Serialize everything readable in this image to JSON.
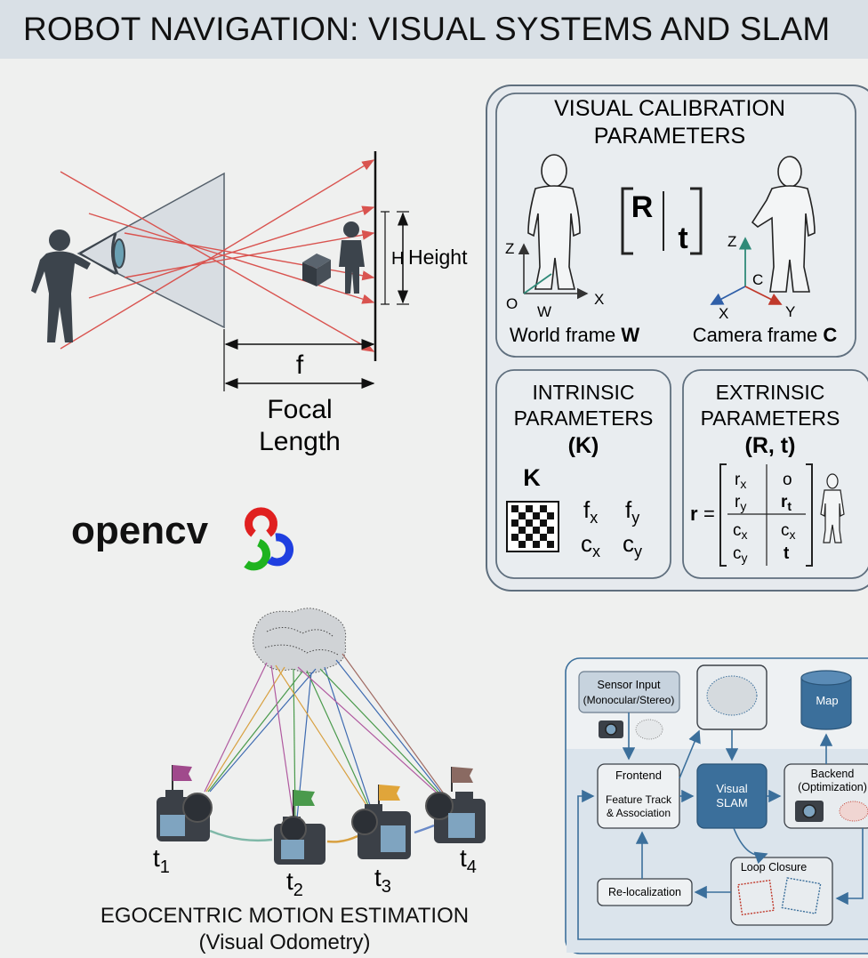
{
  "title": "ROBOT NAVIGATION: VISUAL SYSTEMS AND SLAM",
  "pinhole": {
    "height_symbol": "H",
    "height_label": "Height",
    "focal_symbol": "f",
    "focal_label_line1": "Focal",
    "focal_label_line2": "Length"
  },
  "calibration": {
    "title_line1": "VISUAL CALIBRATION",
    "title_line2": "PARAMETERS",
    "rt_R": "R",
    "rt_t": "t",
    "world_axes": {
      "z": "Z",
      "x": "X",
      "o": "O",
      "w": "W"
    },
    "camera_axes": {
      "z": "Z",
      "c": "C",
      "x": "X",
      "y": "Y"
    },
    "world_caption": "World frame ",
    "world_caption_bold": "W",
    "camera_caption": "Camera frame ",
    "camera_caption_bold": "C"
  },
  "intrinsic": {
    "title_line1": "INTRINSIC",
    "title_line2": "PARAMETERS",
    "title_line3": "(K)",
    "k_label": "K",
    "fx": "f",
    "fx_sub": "x",
    "fy": "f",
    "fy_sub": "y",
    "cx": "c",
    "cx_sub": "x",
    "cy": "c",
    "cy_sub": "y"
  },
  "extrinsic": {
    "title_line1": "EXTRINSIC",
    "title_line2": "PARAMETERS",
    "title_line3": "(R, t)",
    "r_label": "r",
    "equals": "=",
    "m_r": "r",
    "m_rx_sub": "x",
    "m_ry_sub": "y",
    "m_o": "o",
    "m_rt": "r",
    "m_rt_sub": "t",
    "m_c": "c",
    "m_cx_sub": "x",
    "m_cy_sub": "y",
    "m_t": "t"
  },
  "opencv": {
    "text": "opencv"
  },
  "odometry": {
    "t1": "t",
    "t1_sub": "1",
    "t2": "t",
    "t2_sub": "2",
    "t3": "t",
    "t3_sub": "3",
    "t4": "t",
    "t4_sub": "4",
    "caption_line1": "EGOCENTRIC MOTION ESTIMATION",
    "caption_line2": "(Visual Odometry)"
  },
  "slam": {
    "sensor_line1": "Sensor Input",
    "sensor_line2": "(Monocular/Stereo)",
    "map": "Map",
    "frontend": "Frontend",
    "frontend_sub1": "Feature Track",
    "frontend_sub2": "& Association",
    "visual_slam_line1": "Visual",
    "visual_slam_line2": "SLAM",
    "backend_line1": "Backend",
    "backend_line2": "(Optimization)",
    "loop_closure": "Loop Closure",
    "relocalization": "Re-localization"
  },
  "colors": {
    "ray_red": "#d9534f",
    "panel_border": "#5f6f7e",
    "panel_fill": "#e6eaee",
    "slam_blue": "#3b6f9b",
    "flag_purple": "#a04a8c",
    "flag_green": "#4a9a4c",
    "flag_orange": "#e0a53a",
    "flag_brown": "#8a6a62"
  }
}
